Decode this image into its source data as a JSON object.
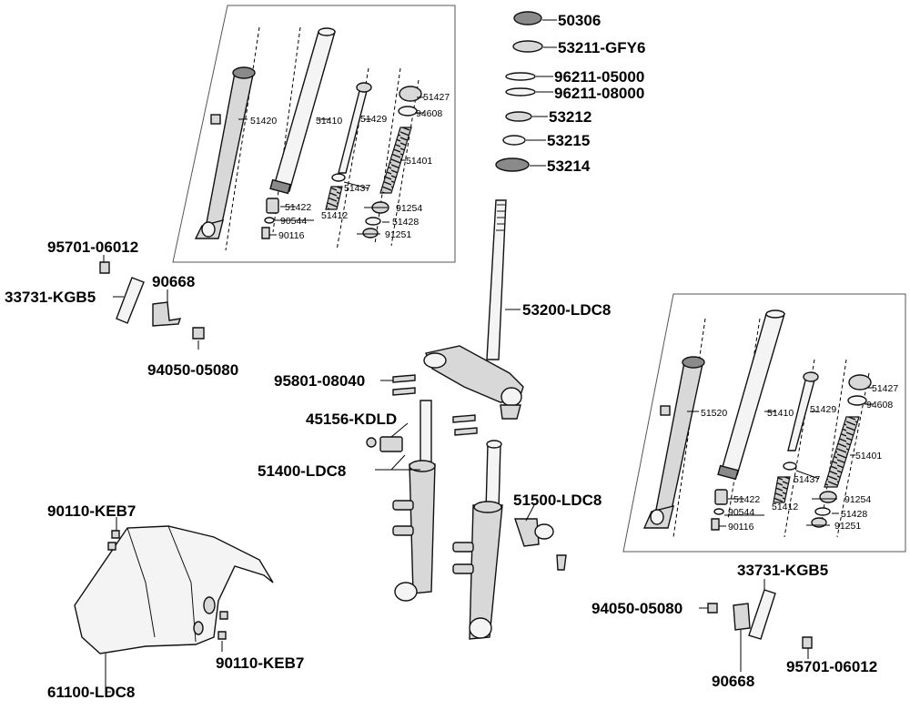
{
  "labels": {
    "l_50306": "50306",
    "l_53211": "53211-GFY6",
    "l_96211a": "96211-05000",
    "l_96211b": "96211-08000",
    "l_53212": "53212",
    "l_53215": "53215",
    "l_53214": "53214",
    "l_53200": "53200-LDC8",
    "l_95801": "95801-08040",
    "l_45156": "45156-KDLD",
    "l_51400": "51400-LDC8",
    "l_51500": "51500-LDC8",
    "l_95701_left": "95701-06012",
    "l_33731_left": "33731-KGB5",
    "l_90668_left": "90668",
    "l_94050_left": "94050-05080",
    "l_90110_top": "90110-KEB7",
    "l_90110_bottom": "90110-KEB7",
    "l_61100": "61100-LDC8",
    "l_33731_right": "33731-KGB5",
    "l_94050_right": "94050-05080",
    "l_90668_right": "90668",
    "l_95701_right": "95701-06012"
  },
  "left_inset": {
    "l_51420": "51420",
    "l_51410": "51410",
    "l_51429": "51429",
    "l_51427": "51427",
    "l_94608": "94608",
    "l_51401": "51401",
    "l_51437": "51437",
    "l_51422": "51422",
    "l_51412": "51412",
    "l_91254": "91254",
    "l_90544": "90544",
    "l_51428": "51428",
    "l_90116": "90116",
    "l_91251": "91251"
  },
  "right_inset": {
    "l_51520": "51520",
    "l_51410": "51410",
    "l_51429": "51429",
    "l_51427": "51427",
    "l_94608": "94608",
    "l_51401": "51401",
    "l_51437": "51437",
    "l_51422": "51422",
    "l_51412": "51412",
    "l_91254": "91254",
    "l_90544": "90544",
    "l_51428": "51428",
    "l_90116": "90116",
    "l_91251": "91251"
  }
}
